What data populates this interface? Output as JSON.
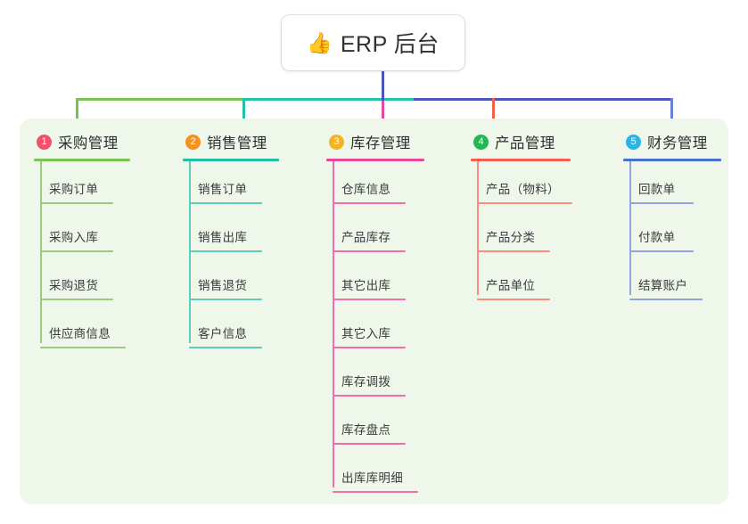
{
  "root": {
    "icon": "thumbs-up-icon",
    "icon_glyph": "👍",
    "title": "ERP 后台"
  },
  "colors": {
    "panel_bg": "#eef7e9",
    "card_bg": "#ffffff",
    "trunk": "#4a56c0",
    "text": "#2f3033",
    "leaf_text": "#3a3b3e",
    "bus_segment_1": "#7cc153",
    "bus_segment_2": "#25bfa8",
    "bus_segment_3": "#4a56c0",
    "branch_1": "#7cc153",
    "branch_2": "#25bfa8",
    "branch_3": "#e8489b",
    "branch_4": "#f4604f",
    "branch_5": "#6b82d6",
    "badge_1": "#f4506a",
    "badge_2": "#f5921e",
    "badge_3": "#f5b324",
    "badge_4": "#20b94f",
    "badge_5": "#29b5e8"
  },
  "columns": [
    {
      "number": "1",
      "label": "采购管理",
      "badge_color": "#f4506a",
      "line_color": "#7cc153",
      "leaf_line_color": "#9ccb7c",
      "head_rule_width": 108,
      "spine_height": 204,
      "items": [
        {
          "label": "采购订单",
          "rule_width": 82
        },
        {
          "label": "采购入库",
          "rule_width": 82
        },
        {
          "label": "采购退货",
          "rule_width": 82
        },
        {
          "label": "供应商信息",
          "rule_width": 96
        }
      ]
    },
    {
      "number": "2",
      "label": "销售管理",
      "badge_color": "#f5921e",
      "line_color": "#25bfa8",
      "leaf_line_color": "#5fcbbd",
      "head_rule_width": 108,
      "spine_height": 204,
      "items": [
        {
          "label": "销售订单",
          "rule_width": 82
        },
        {
          "label": "销售出库",
          "rule_width": 82
        },
        {
          "label": "销售退货",
          "rule_width": 82
        },
        {
          "label": "客户信息",
          "rule_width": 82
        }
      ]
    },
    {
      "number": "3",
      "label": "库存管理",
      "badge_color": "#f5b324",
      "line_color": "#e8489b",
      "leaf_line_color": "#ef6fae",
      "head_rule_width": 110,
      "spine_height": 366,
      "items": [
        {
          "label": "仓库信息",
          "rule_width": 82
        },
        {
          "label": "产品库存",
          "rule_width": 82
        },
        {
          "label": "其它出库",
          "rule_width": 82
        },
        {
          "label": "其它入库",
          "rule_width": 82
        },
        {
          "label": "库存调拨",
          "rule_width": 82
        },
        {
          "label": "库存盘点",
          "rule_width": 82
        },
        {
          "label": "出库库明细",
          "rule_width": 96
        }
      ]
    },
    {
      "number": "4",
      "label": "产品管理",
      "badge_color": "#20b94f",
      "line_color": "#f4604f",
      "leaf_line_color": "#f88d80",
      "head_rule_width": 112,
      "spine_height": 150,
      "items": [
        {
          "label": "产品（物料）",
          "rule_width": 107
        },
        {
          "label": "产品分类",
          "rule_width": 82
        },
        {
          "label": "产品单位",
          "rule_width": 82
        }
      ]
    },
    {
      "number": "5",
      "label": "财务管理",
      "badge_color": "#29b5e8",
      "line_color": "#4a6fd0",
      "leaf_line_color": "#8fa4de",
      "head_rule_width": 110,
      "spine_height": 150,
      "items": [
        {
          "label": "回款单",
          "rule_width": 72
        },
        {
          "label": "付款单",
          "rule_width": 72
        },
        {
          "label": "结算账户",
          "rule_width": 82
        }
      ]
    }
  ]
}
